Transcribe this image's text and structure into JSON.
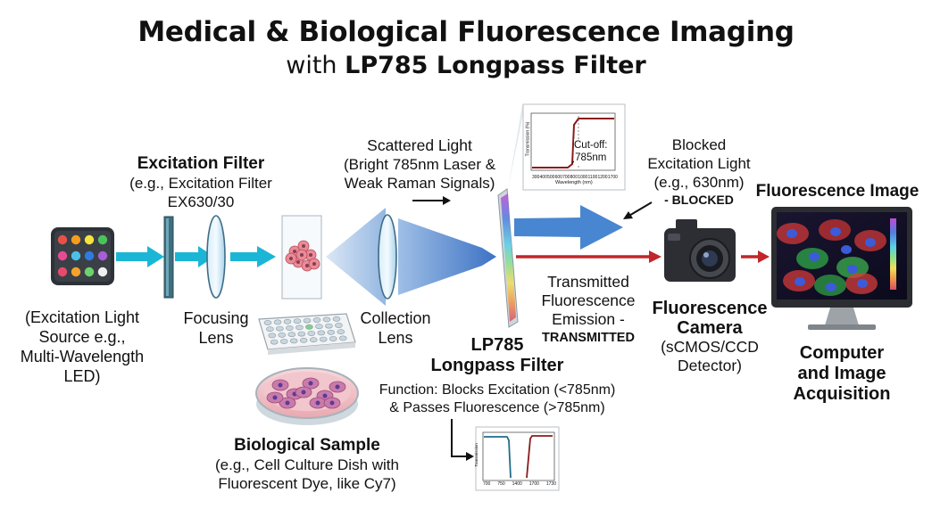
{
  "title": {
    "line1": "Medical & Biological Fluorescence Imaging",
    "line2_prefix": "with ",
    "line2_bold": "LP785 Longpass Filter"
  },
  "source": {
    "lines": [
      "(Excitation Light",
      "Source e.g.,",
      "Multi-Wavelength",
      "LED)"
    ],
    "led_colors": [
      "#e9504a",
      "#f59c1a",
      "#f5e33b",
      "#4cc35a",
      "#e84a93",
      "#4ac0e8",
      "#2f7bde",
      "#a75ed6",
      "#e84a6b",
      "#f3a32a",
      "#6bd36b",
      "#f0f0f0"
    ]
  },
  "excitation_filter": {
    "title": "Excitation Filter",
    "sub": [
      "(e.g., Excitation Filter",
      "EX630/30"
    ]
  },
  "focusing_lens": {
    "lines": [
      "Focusing",
      "Lens"
    ]
  },
  "collection_lens": {
    "lines": [
      "Collection",
      "Lens"
    ]
  },
  "sample": {
    "title": "Biological Sample",
    "sub": [
      "(e.g., Cell Culture Dish with",
      "Fluorescent Dye, like Cy7)"
    ]
  },
  "scattered": {
    "title": "Scattered Light",
    "sub": [
      "(Bright 785nm Laser &",
      "Weak Raman Signals)"
    ]
  },
  "lp785": {
    "title": [
      "LP785",
      "Longpass Filter"
    ],
    "function": [
      "Function: Blocks Excitation (<785nm)",
      "& Passes Fluorescence (>785nm)"
    ]
  },
  "inset_top": {
    "cutoff": [
      "Cut-off:",
      "785nm"
    ],
    "xlabel": "Wavelength (nm)",
    "ylabel": "Transmission (%)",
    "xticks": [
      "300",
      "400",
      "500",
      "600",
      "700",
      "800",
      "1000",
      "1100",
      "1200",
      "1700"
    ]
  },
  "inset_bottom": {
    "xticks": [
      "700",
      "750",
      "1400",
      "1700",
      "1730"
    ],
    "ylabel": "Transmission"
  },
  "blocked": {
    "lines": [
      "Blocked",
      "Excitation Light",
      "(e.g., 630nm)"
    ],
    "tag": "- BLOCKED"
  },
  "transmitted": {
    "lines": [
      "Transmitted",
      "Fluorescence",
      "Emission -"
    ],
    "tag": "TRANSMITTED"
  },
  "camera": {
    "title": [
      "Fluorescence",
      "Camera"
    ],
    "sub": [
      "(sCMOS/CCD",
      "Detector)"
    ]
  },
  "image": {
    "title": "Fluorescence Image",
    "computer": [
      "Computer",
      "and Image",
      "Acquisition"
    ]
  },
  "colors": {
    "cyan_beam": "#1bb6d6",
    "blue_beam": "#3f7fcf",
    "red_beam": "#c0262a"
  }
}
